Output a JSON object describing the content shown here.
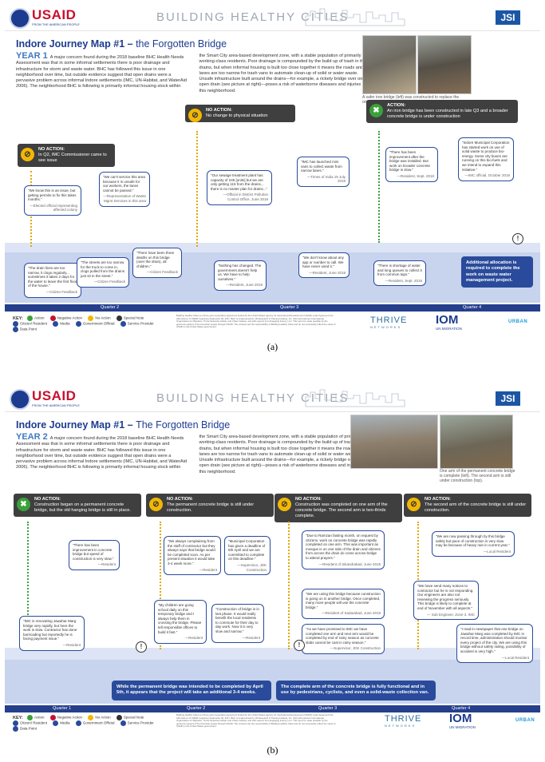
{
  "header": {
    "usaid_word": "USAID",
    "usaid_tagline": "FROM THE AMERICAN PEOPLE",
    "bhc_title": "BUILDING HEALTHY CITIES",
    "jsi_logo": "JSI"
  },
  "journey_title": "Indore Journey Map #1 –",
  "journey_subtitle": "the Forgotten Bridge",
  "journey_title_b": "Indore Journey Map #1 –",
  "journey_subtitle_b": "The Forgotten Bridge",
  "intro_text": "A major concern found during the 2018 baseline BHC Health Needs Assessment was that in some informal settlements there is poor drainage and infrastructure for storm and waste water. BHC has followed this issue in one neighborhood over time, but outside evidence suggest that open drains were a pervasive problem across informal Indore settlements (IMC, UN-Habitat, and WaterAid 2006). The neighborhood BHC is following is primarily informal housing stock within the Smart City area-based development zone, with a stable population of primarily working-class residents. Poor drainage is compounded by the build up of trash in the drains, but when informal housing is built too close together it means the roads and lanes are too narrow for trash vans to automate clean-up of solid or water waste. Unsafe infrastructure built around the drains—for example, a rickety bridge over one open drain (see picture at right)—poses a risk of waterborne diseases and injuries in this neighborhood.",
  "panel_a": {
    "year_label": "YEAR 1",
    "photo_caption": "A safer iron bridge (left) was constructed to replace the original rickety bridge (right).",
    "actions": [
      {
        "head": "NO ACTION:",
        "text": "In Q2, IMC Commissioner came to see issue"
      },
      {
        "head": "NO ACTION:",
        "text": "No change to physical situation"
      },
      {
        "head": "ACTION:",
        "text": "An iron bridge has been constructed in late Q3 and a broader concrete bridge is under construction"
      }
    ],
    "quotes": [
      {
        "text": "\"We know this is an issue, but getting permits to fix this takes months.\"",
        "src": "—Elected official representing affected colony"
      },
      {
        "text": "\"We can't service this area because it is unsafe for our workers, the lanes cannot be passed.\"",
        "src": "—Representative of Waste Mgmt Services in this area"
      },
      {
        "text": "\"The drain lines are too narrow, it clogs regularly... sometimes it takes 2 days for the water to leave the first floor of the house.\"",
        "src": "—Citizen Feedback"
      },
      {
        "text": "\"The streets are too narrow for the truck to come in, clogs pulled from the drains just sit in the street.\"",
        "src": "—Citizen Feedback"
      },
      {
        "text": "\"There have been three deaths on this bridge (over the drain), all children.\"",
        "src": "—Citizen Feedback"
      },
      {
        "text": "\"Our sewage treatment plant has capacity of 245 [units] but we are only getting 115 from the drains... there is no master plan for drains...\"",
        "src": "—Official in District Pollution Control Office, June 2018"
      },
      {
        "text": "\"IMC has launched mini vans to collect waste from narrow lanes.\"",
        "src": "—Times of India 19 July 2018"
      },
      {
        "text": "\"Nothing has changed. The government doesn't help us. We have to help ourselves.\"",
        "src": "—Resident, June 2018"
      },
      {
        "text": "\"We don't know about any app or number to call. We have never used it.\"",
        "src": "—Resident, June 2018"
      },
      {
        "text": "\"There has been improvement after the bridge was installed. But work on broader concrete bridge is slow.\"",
        "src": "—Resident, Sept. 2018"
      },
      {
        "text": "\"Indore Municipal Corporation has started work on use of solid waste to produce bio-energy. Some city buses are running on this bio-fuels and we intend to expand this initiative.\"",
        "src": "—IMC official, October 2018"
      },
      {
        "text": "\"There is shortage of water and long queues to collect it from common taps.\"",
        "src": "—Resident, Sept. 2018"
      }
    ],
    "note": "Additional allocation is required to complete the work on waste water management project.",
    "quarters": [
      "Quarter 2",
      "Quarter 3",
      "Quarter 4"
    ]
  },
  "panel_b": {
    "year_label": "YEAR 2",
    "photo_caption": "One arm of the permanent concrete bridge is complete (left). The second arm is still under construction (top).",
    "actions": [
      {
        "head": "NO ACTION:",
        "text": "Construction began on a permanent concrete bridge, but the old hanging bridge is still in place."
      },
      {
        "head": "NO ACTION:",
        "text": "The permanent concrete bridge is still under construction."
      },
      {
        "head": "NO ACTION:",
        "text": "Construction was completed on one arm of the concrete bridge. The second arm is two-thirds complete."
      },
      {
        "head": "NO ACTION:",
        "text": "The second arm of the concrete bridge is still under construction."
      }
    ],
    "quotes": [
      {
        "text": "\"There has been improvement in concrete bridge but speed of construction is very slow.\"",
        "src": "—Resident"
      },
      {
        "text": "\"IMC is renovating Jawahar Marg bridge very rapidly, but here the work is slow. Contractor has done barricading but reportedly he is facing payment issue.\"",
        "src": "—Resident"
      },
      {
        "text": "\"We always complaining from the staff of contractor but they always says that bridge would be completed soon. As per present situation it would take 3-4 week more.\"",
        "src": "—Resident"
      },
      {
        "text": "\"Municipal Corporation has given a deadline of 5th April and we are committed to complete on this deadline.\"",
        "src": "—Supervisor, JDK Construction"
      },
      {
        "text": "\"My children are going school daily on this temporary bridge and I always help them in crossing the bridge. Please tell responsible offices to build it fast.\"",
        "src": "—Resident"
      },
      {
        "text": "\"Construction of bridge is in last phase. It would really benefit the local residents to commute for their day to day work. Now it is very slow and narrow.\"",
        "src": "—Resident"
      },
      {
        "text": "\"Due to Ramzan fasting month, on request by citizens, work on concrete bridge was rapidly completed on one arm. This was important as mosque is on one side of the drain and citizens from across the drain do come across bridge to attend prayers.\"",
        "src": "—Resident of Sikandrabad, June 2019"
      },
      {
        "text": "\"We are using this bridge because construction is going on in another bridge. Once completed, many more people will use the concrete bridge.\"",
        "src": "—Resident of Sadarabad, June 2019"
      },
      {
        "text": "\"As we have promised to IMC we have completed one arm and next arm would be completed by end of rainy season as concrete slabs cannot be cast in rainy season.\"",
        "src": "—Supervisor, JDK Construction"
      },
      {
        "text": "\"We are now passing through by this bridge safely but pace of construction is very slow may be because of heavy rain in current year.\"",
        "src": "—Local Resident"
      },
      {
        "text": "\"We have send many notices to contractor but he is not responding. Our engineers are also not reviewing the progress seriously. This bridge is likely to complete at end of November with all aspects.\"",
        "src": "— Sub Engineer, Zone 3, IMC"
      },
      {
        "text": "\"I read in newspaper that one bridge on Jawahar Marg was completed by IMC in record time, administration should monitor every project of the city. We are using this bridge without safety railing, possibility of accident is very high.\"",
        "src": "—Local Resident"
      }
    ],
    "notes": [
      "While the permanent bridge was intended to be completed by April 5th, it appears that the project will take an additional 3-4 weeks.",
      "The complete arm of the concrete bridge is fully functional and in use by pedestrians, cyclists, and even a solid-waste collection van."
    ],
    "quarters": [
      "Quarter 1",
      "Quarter 2",
      "Quarter 3",
      "Quarter 4"
    ]
  },
  "legend": {
    "key": "KEY:",
    "items": [
      "Action",
      "Negative Action",
      "No Action",
      "Special Note",
      "Citizen/ Resident",
      "Media",
      "Government Official",
      "Service Provider",
      "Data Point"
    ]
  },
  "fine_print": "Building Healthy Cities is a three-year cooperative agreement funded by the United States Agency for International Development (USAID) under Agreement No. AID-OAA-A-17-00028, beginning September 30, 2017. BHC is implemented by JSI Research & Training Institute, Inc. (JSI) with partners International Organization for Migration, Thrive Networks Global, and Urban Institute, and with support from Engaging Inquiry, LLC. This report is made possible by the generous support of the American people through USAID. The contents are the responsibility of Building Healthy Cities and do not necessarily reflect the views of USAID or the United States government.",
  "partners": {
    "thrive": "THRIVE",
    "thrive_sub": "NETWORKS",
    "iom": "IOM",
    "iom_sub": "UN MIGRATION",
    "urban": "URBAN"
  },
  "fig_labels": [
    "(a)",
    "(b)"
  ],
  "colors": {
    "navy": "#253f8c",
    "accent_blue": "#3e79c3",
    "action_green": "#3aa13a",
    "no_action_yellow": "#f2b705",
    "usaid_red": "#c8102e"
  }
}
